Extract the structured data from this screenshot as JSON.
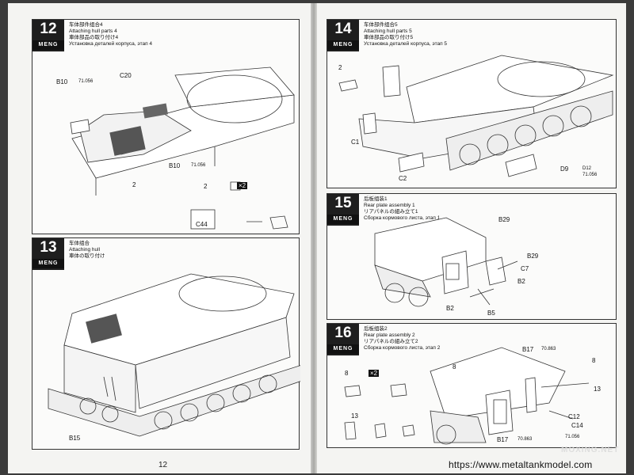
{
  "brand": "MENG",
  "page_number": "12",
  "url": "https://www.metaltankmodel.com",
  "watermark": "MOXING.NET",
  "steps": [
    {
      "number": "12",
      "title_cn": "车体部件组合4",
      "title_en": "Attaching hull parts 4",
      "title_jp": "車体部品の取り付け4",
      "title_ru": "Установка деталей корпуса, этап 4",
      "labels": [
        "B10",
        "71.056",
        "C20",
        "B10",
        "71.056",
        "2",
        "2",
        "×2",
        "C44"
      ]
    },
    {
      "number": "13",
      "title_cn": "车体组合",
      "title_en": "Attaching hull",
      "title_jp": "車体の取り付け",
      "title_ru": "Установка корпуса",
      "labels": [
        "B15"
      ]
    },
    {
      "number": "14",
      "title_cn": "车体部件组合5",
      "title_en": "Attaching hull parts 5",
      "title_jp": "車体部品の取り付け5",
      "title_ru": "Установка деталей корпуса, этап 5",
      "labels": [
        "2",
        "C1",
        "C2",
        "D9",
        "D12",
        "71.056"
      ]
    },
    {
      "number": "15",
      "title_cn": "后板组装1",
      "title_en": "Rear plate assembly 1",
      "title_jp": "リアパネルの組み立て1",
      "title_ru": "Сборка кормового листа, этап 1",
      "labels": [
        "B29",
        "B29",
        "C7",
        "B2",
        "B2",
        "B5"
      ]
    },
    {
      "number": "16",
      "title_cn": "后板组装2",
      "title_en": "Rear plate assembly 2",
      "title_jp": "リアパネルの組み立て2",
      "title_ru": "Сборка кормового листа, этап 2",
      "labels": [
        "8",
        "×2",
        "8",
        "B17",
        "70.863",
        "8",
        "13",
        "13",
        "C12",
        "C14",
        "B17",
        "70.863",
        "71.056"
      ]
    }
  ]
}
